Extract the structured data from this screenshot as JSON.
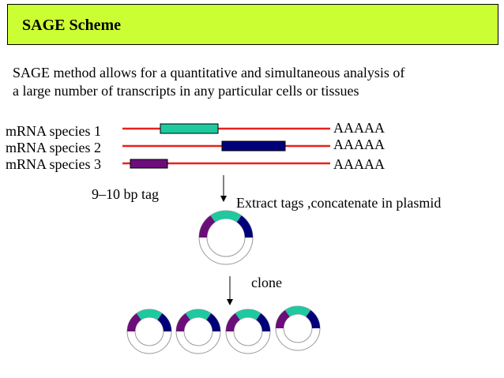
{
  "title": "SAGE Scheme",
  "intro_lines": [
    "SAGE method allows for a quantitative and simultaneous analysis of",
    "a large number of transcripts in any particular cells or tissues"
  ],
  "mrna": [
    {
      "label": "mRNA species 1",
      "tail": "AAAAA",
      "tag_color": "#1fc9a0"
    },
    {
      "label": "mRNA species 2",
      "tail": "AAAAA",
      "tag_color": "#00007a"
    },
    {
      "label": "mRNA species 3",
      "tail": "AAAAA",
      "tag_color": "#6b0e7a"
    }
  ],
  "tag_label": "9–10 bp tag",
  "extract_label": "Extract tags ,concatenate in plasmid",
  "clone_label": "clone",
  "colors": {
    "title_bg": "#ccff33",
    "mrna_line": "#e8211c",
    "arrow": "#000000",
    "plasmid_outline": "#9a9a9a"
  }
}
